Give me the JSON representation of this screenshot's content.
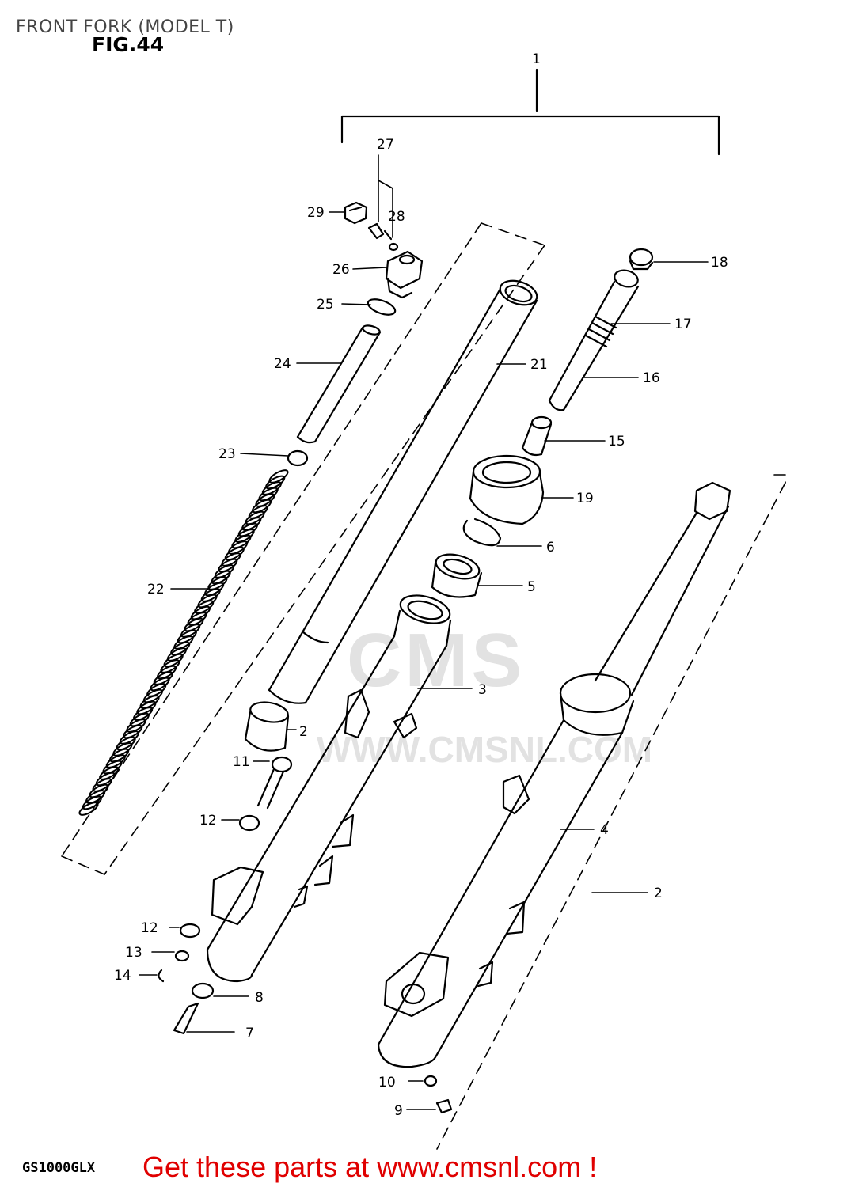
{
  "header": {
    "title": "FRONT FORK (MODEL T)",
    "figure": "FIG.44"
  },
  "footer": {
    "model_code": "GS1000GLX",
    "promo": "Get these parts at www.cmsnl.com !"
  },
  "watermark": {
    "brand": "CMS",
    "url": "WWW.CMSNL.COM"
  },
  "colors": {
    "promo": "#e00000",
    "line": "#000000",
    "watermark": "#e2e2e2"
  },
  "callouts": {
    "c1": "1",
    "c2": "2",
    "c2b": "2",
    "c3": "3",
    "c4": "4",
    "c5": "5",
    "c6": "6",
    "c7": "7",
    "c8": "8",
    "c9": "9",
    "c10": "10",
    "c11": "11",
    "c12": "12",
    "c12b": "12",
    "c13": "13",
    "c14": "14",
    "c15": "15",
    "c16": "16",
    "c17": "17",
    "c18": "18",
    "c19": "19",
    "c21": "21",
    "c22": "22",
    "c23": "23",
    "c24": "24",
    "c25": "25",
    "c26": "26",
    "c27": "27",
    "c28": "28",
    "c29": "29"
  }
}
